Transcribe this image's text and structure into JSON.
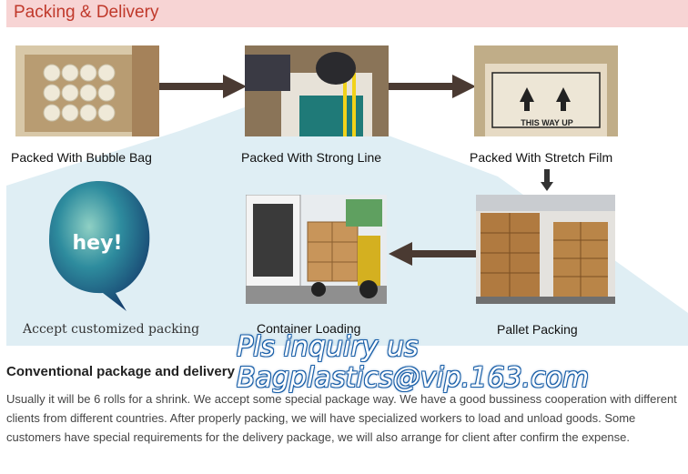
{
  "header": {
    "title": "Packing & Delivery"
  },
  "steps": {
    "bubble": "Packed With Bubble Bag",
    "line": "Packed With Strong Line",
    "film": "Packed With Stretch Film",
    "custom": "Accept customized packing",
    "container": "Container Loading",
    "pallet": "Pallet Packing"
  },
  "photos": {
    "film_label": "THIS WAY UP",
    "bubble_text": "hey!"
  },
  "watermark": {
    "line1": "Pls inquiry us",
    "line2": "Bagplastics@vip.163.com"
  },
  "section": {
    "title": "Conventional package and delivery",
    "body": "Usually it will be 6 rolls for a shrink. We accept some special package way. We have a good bussiness cooperation with different clients from different countries. After properly packing, we will have specialized workers to load and unload goods. Some customers have special requirements for the delivery package, we will also arrange for client after confirm the expense."
  },
  "colors": {
    "header_bg": "#f7d4d4",
    "header_text": "#c0392b",
    "watermark_outline": "#1a5fa8",
    "wedge": "#dfeef4"
  }
}
